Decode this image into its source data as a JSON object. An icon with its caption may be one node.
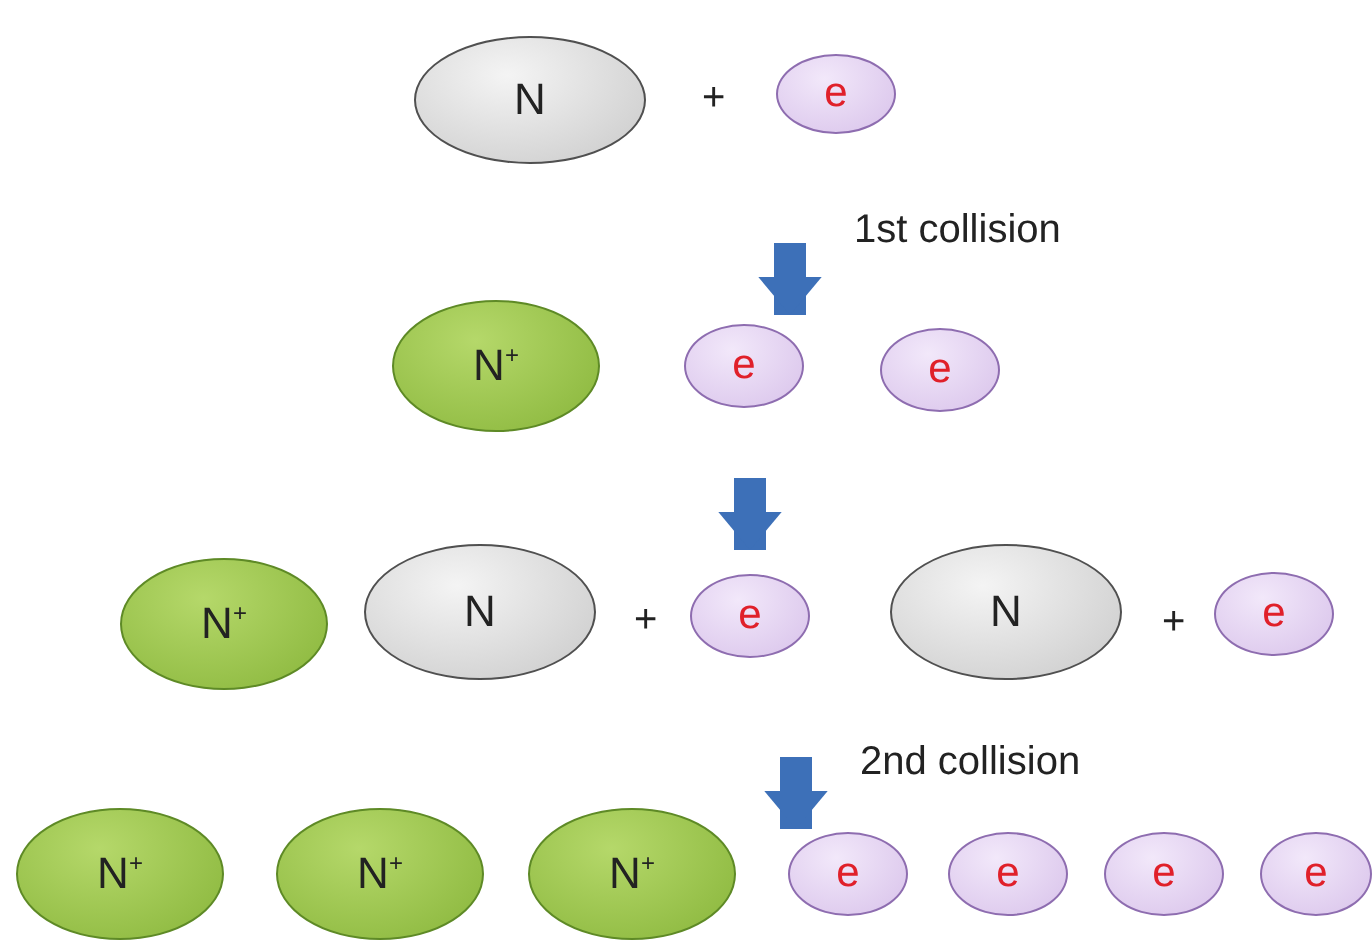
{
  "diagram": {
    "nodes": [
      {
        "text": [
          "N"
        ]
      },
      {
        "text": [
          "e"
        ]
      },
      {
        "text": [
          "N$^{+}$"
        ]
      },
      {
        "text": [
          "e"
        ]
      },
      {
        "text": [
          "e"
        ]
      },
      {
        "text": [
          "N$^{+}$"
        ]
      },
      {
        "text": [
          "N"
        ]
      },
      {
        "text": [
          "e"
        ]
      },
      {
        "text": [
          "N"
        ]
      },
      {
        "text": [
          "e"
        ]
      },
      {
        "text": [
          "N$^{+}$"
        ]
      },
      {
        "text": [
          "N$^{+}$"
        ]
      },
      {
        "text": [
          "N$^{+}$"
        ]
      },
      {
        "text": [
          "e"
        ]
      },
      {
        "text": [
          "e"
        ]
      },
      {
        "text": [
          "e"
        ]
      },
      {
        "text": [
          "e"
        ]
      }
    ],
    "edges": [
      {
        "from": 1,
        "to": 3,
        "arrow": "to",
        "label": "1st collision"
      },
      {
        "from": 3,
        "to": 7,
        "arrow": "to"
      },
      {
        "from": 7,
        "to": 13,
        "arrow": "to",
        "label": "2nd collision"
      }
    ],
    "labels": [
      "+",
      "+",
      "+"
    ]
  }
}
